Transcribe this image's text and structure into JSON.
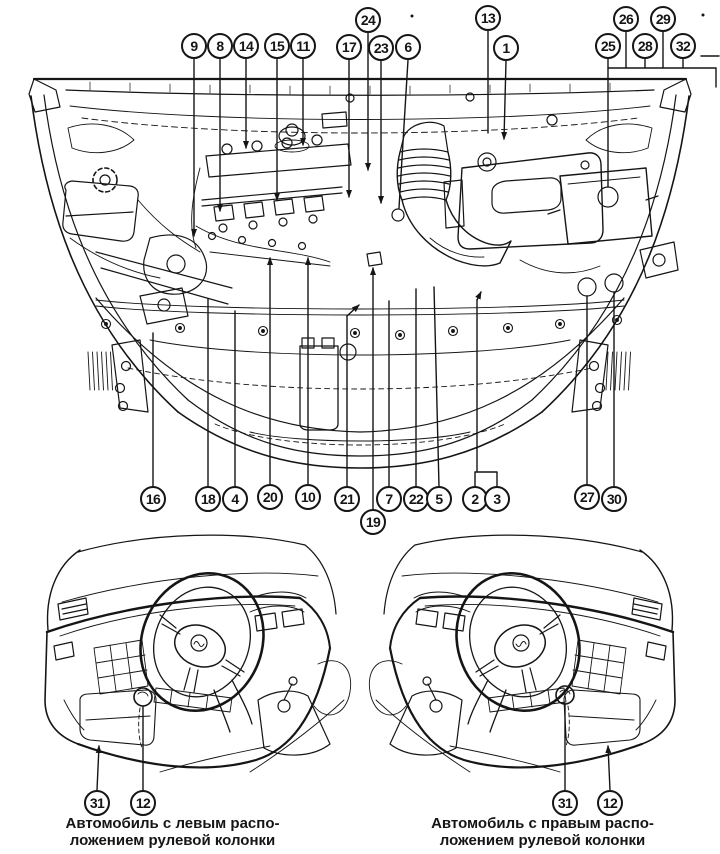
{
  "page": {
    "paper_color": "#ffffff",
    "ink_color": "#151515"
  },
  "callouts": {
    "engine_top": [
      "9",
      "8",
      "14",
      "15",
      "11",
      "24",
      "17",
      "23",
      "6",
      "13",
      "1",
      "26",
      "29",
      "25",
      "28",
      "32"
    ],
    "engine_bottom": [
      "16",
      "18",
      "4",
      "20",
      "10",
      "21",
      "19",
      "7",
      "22",
      "5",
      "2",
      "3",
      "27",
      "30"
    ]
  },
  "dashboard_left": {
    "callouts": [
      "31",
      "12"
    ],
    "caption_line1": "Автомобиль с левым распо-",
    "caption_line2": "ложением рулевой колонки"
  },
  "dashboard_right": {
    "callouts": [
      "31",
      "12"
    ],
    "caption_line1": "Автомобиль с правым распо-",
    "caption_line2": "ложением рулевой колонки"
  }
}
